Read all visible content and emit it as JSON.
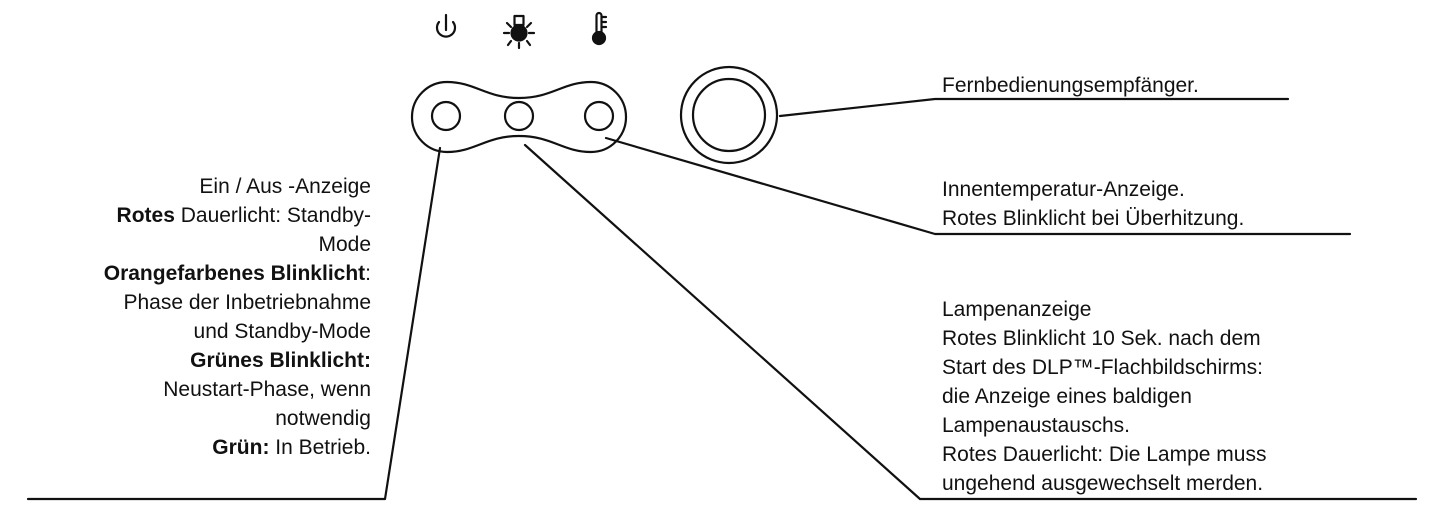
{
  "indicators": {
    "power": {
      "icon": "power-icon",
      "lines": [
        [
          {
            "text": "Ein / Aus -Anzeige",
            "bold": false
          }
        ],
        [
          {
            "text": "Rotes",
            "bold": true
          },
          {
            "text": " Dauerlicht: Standby-",
            "bold": false
          }
        ],
        [
          {
            "text": "Mode",
            "bold": false
          }
        ],
        [
          {
            "text": "Orangefarbenes Blinklicht",
            "bold": true
          },
          {
            "text": ":",
            "bold": false
          }
        ],
        [
          {
            "text": "Phase der Inbetriebnahme",
            "bold": false
          }
        ],
        [
          {
            "text": "und Standby-Mode",
            "bold": false
          }
        ],
        [
          {
            "text": "Grünes Blinklicht:",
            "bold": true
          }
        ],
        [
          {
            "text": "Neustart-Phase, wenn",
            "bold": false
          }
        ],
        [
          {
            "text": "notwendig",
            "bold": false
          }
        ],
        [
          {
            "text": "Grün:",
            "bold": true
          },
          {
            "text": " In Betrieb.",
            "bold": false
          }
        ]
      ]
    },
    "lamp": {
      "icon": "lamp-icon",
      "lines": [
        [
          {
            "text": "Lampenanzeige",
            "bold": false
          }
        ],
        [
          {
            "text": "Rotes Blinklicht 10 Sek. nach dem",
            "bold": false
          }
        ],
        [
          {
            "text": "Start des DLP™-Flachbildschirms:",
            "bold": false
          }
        ],
        [
          {
            "text": "die Anzeige eines baldigen",
            "bold": false
          }
        ],
        [
          {
            "text": "Lampenaustauschs.",
            "bold": false
          }
        ],
        [
          {
            "text": "Rotes Dauerlicht: Die Lampe muss",
            "bold": false
          }
        ],
        [
          {
            "text": "ungehend ausgewechselt merden.",
            "bold": false
          }
        ]
      ]
    },
    "temperature": {
      "icon": "thermometer-icon",
      "lines": [
        [
          {
            "text": "Innentemperatur-Anzeige.",
            "bold": false
          }
        ],
        [
          {
            "text": "Rotes Blinklicht bei Überhitzung.",
            "bold": false
          }
        ]
      ]
    },
    "remote": {
      "lines": [
        [
          {
            "text": "Fernbedienungsempfänger.",
            "bold": false
          }
        ]
      ]
    }
  },
  "colors": {
    "stroke": "#111111",
    "background": "#ffffff"
  }
}
